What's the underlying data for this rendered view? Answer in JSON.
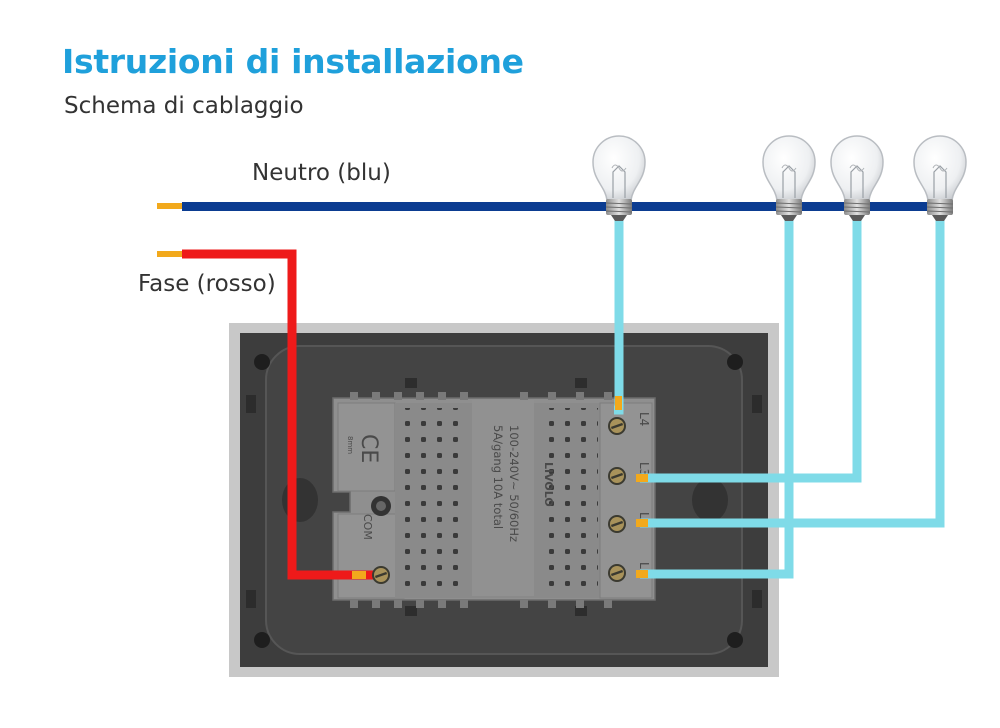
{
  "header": {
    "title": "Istruzioni di installazione",
    "subtitle": "Schema di cablaggio"
  },
  "wires": {
    "neutral_label": "Neutro (blu)",
    "phase_label": "Fase (rosso)",
    "neutral_color": "#0b3c91",
    "phase_color": "#ee1a1a",
    "load_color": "#7fdbe8",
    "tip_color": "#f2a91c"
  },
  "device": {
    "brand": "LIVOLO",
    "rating_line1": "100-240V~   50/60Hz",
    "rating_line2": "5A/gang  10A total",
    "ce_mark": "CE",
    "com_label": "COM",
    "strip_label": "8mm",
    "terminals": [
      "L4",
      "L3",
      "L2",
      "L1"
    ]
  },
  "icons": [
    "light-bulb-icon",
    "ce-mark-icon",
    "terminal-screw-icon"
  ]
}
